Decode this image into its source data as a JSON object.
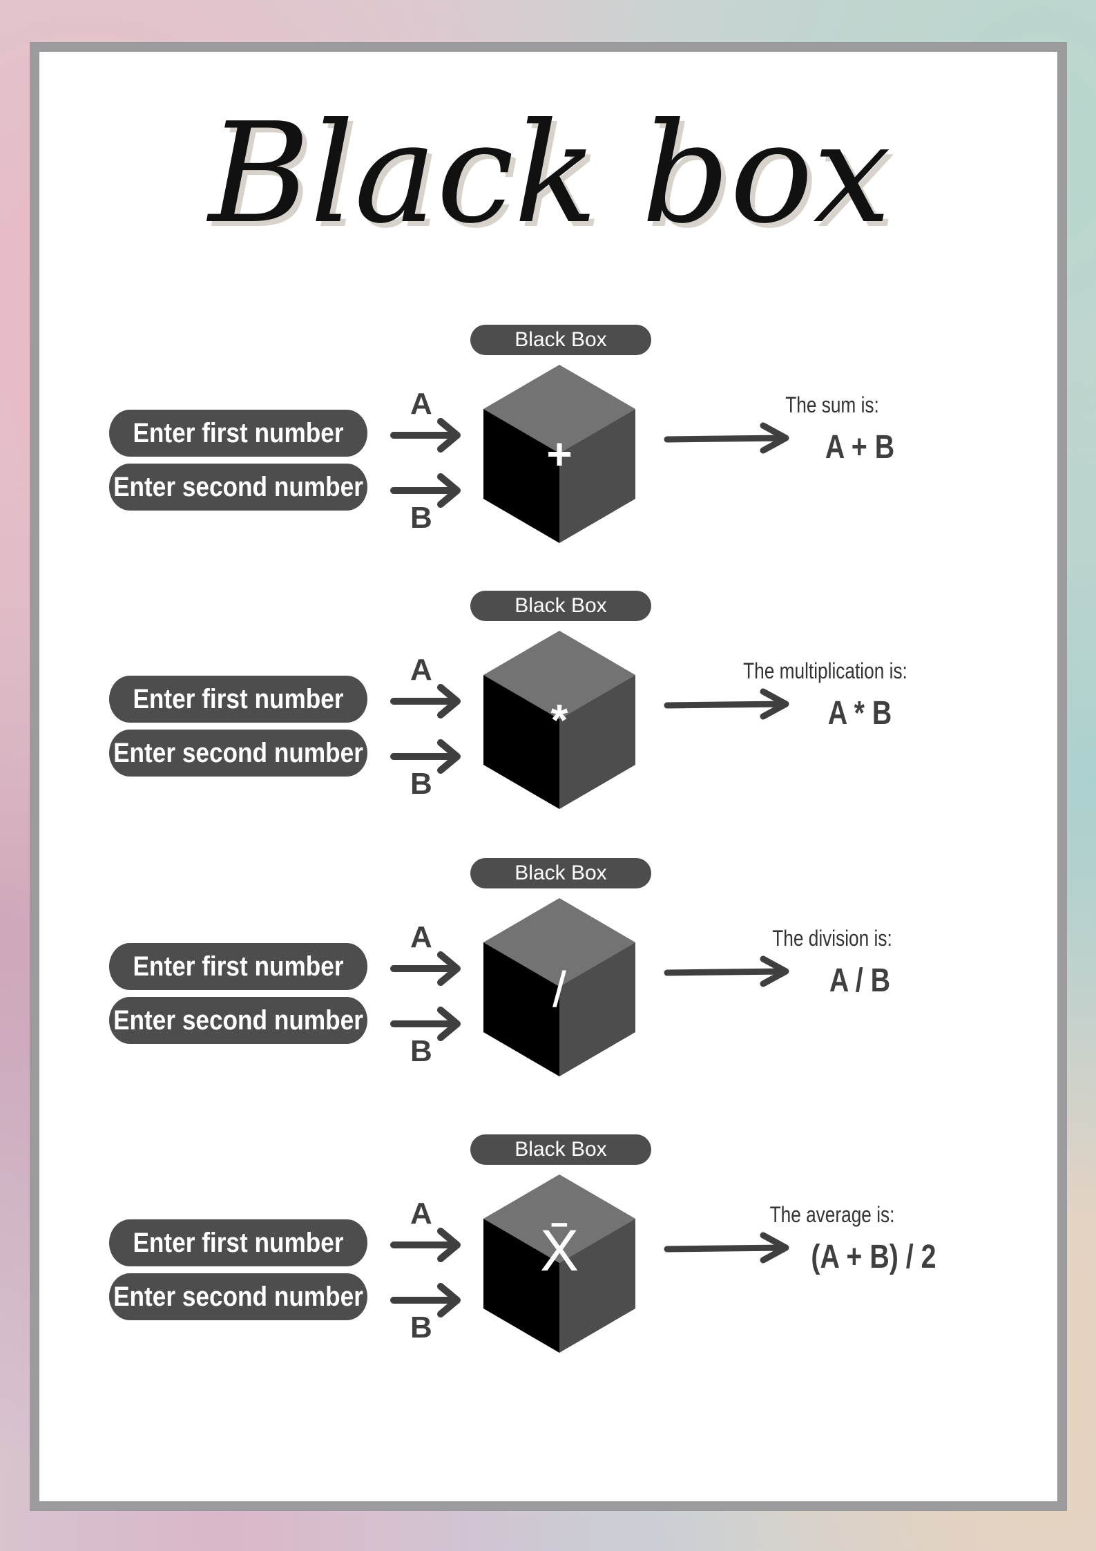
{
  "title": "Black box",
  "rows": [
    {
      "tag": "Black Box",
      "input_a": "Enter first number",
      "input_b": "Enter second number",
      "label_a": "A",
      "label_b": "B",
      "operator": "+",
      "result_label": "The sum is:",
      "result_value": "A + B"
    },
    {
      "tag": "Black Box",
      "input_a": "Enter first number",
      "input_b": "Enter second number",
      "label_a": "A",
      "label_b": "B",
      "operator": "*",
      "result_label": "The multiplication is:",
      "result_value": "A * B"
    },
    {
      "tag": "Black Box",
      "input_a": "Enter first number",
      "input_b": "Enter second number",
      "label_a": "A",
      "label_b": "B",
      "operator": "/",
      "result_label": "The division is:",
      "result_value": "A / B"
    },
    {
      "tag": "Black Box",
      "input_a": "Enter first number",
      "input_b": "Enter second number",
      "label_a": "A",
      "label_b": "B",
      "operator": "X̄",
      "result_label": "The average is:",
      "result_value": "(A + B) / 2"
    }
  ],
  "colors": {
    "pill": "#4d4d4d",
    "cube_top": "#737373",
    "cube_left": "#000000",
    "cube_right": "#4d4d4d",
    "arrow": "#3f3f3f"
  }
}
